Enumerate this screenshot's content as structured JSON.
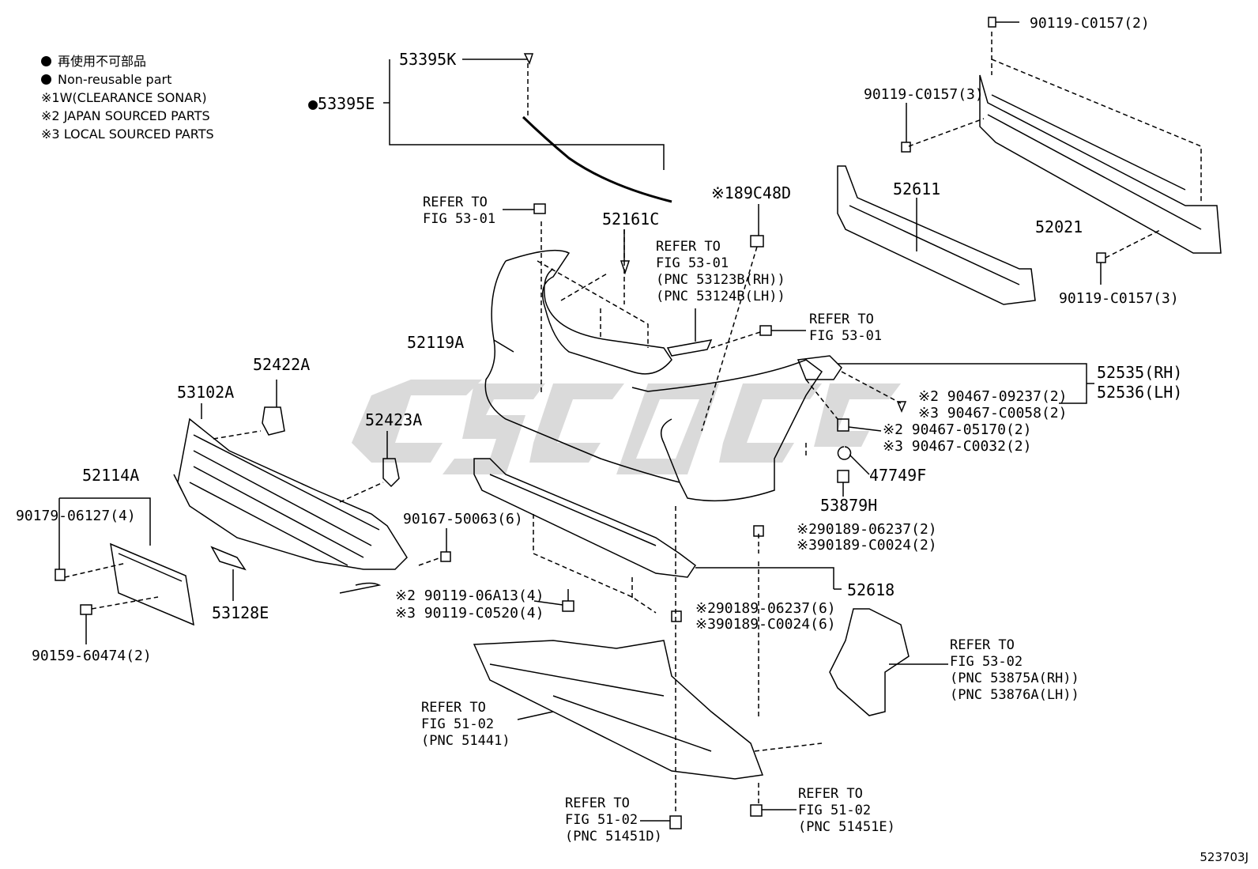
{
  "legend": {
    "items": [
      {
        "marker": "dot",
        "text": "再使用不可部品"
      },
      {
        "marker": "dot",
        "text": "Non-reusable part"
      },
      {
        "marker": "※1",
        "text": "W(CLEARANCE SONAR)"
      },
      {
        "marker": "※2",
        "text": "JAPAN SOURCED PARTS"
      },
      {
        "marker": "※3",
        "text": "LOCAL SOURCED PARTS"
      }
    ]
  },
  "labels": {
    "p53395K": "53395K",
    "p53395E": "●53395E",
    "p90119_c0157_2": "90119-C0157(2)",
    "p90119_c0157_3a": "90119-C0157(3)",
    "p90119_c0157_3b": "90119-C0157(3)",
    "p52611": "52611",
    "p52021": "52021",
    "p52161C": "52161C",
    "p189C48D": "※189C48D",
    "p52119A": "52119A",
    "p52422A": "52422A",
    "p53102A": "53102A",
    "p52423A": "52423A",
    "p52114A": "52114A",
    "p90179": "90179-06127(4)",
    "p90159": "90159-60474(2)",
    "p53128E": "53128E",
    "p90167": "90167-50063(6)",
    "p90119_06A13": "※2 90119-06A13(4)",
    "p90119_C0520": "※3 90119-C0520(4)",
    "p52535": "52535(RH)",
    "p52536": "52536(LH)",
    "p90467_09237": "※2 90467-09237(2)",
    "p90467_C0058": "※3 90467-C0058(2)",
    "p90467_05170": "※2 90467-05170(2)",
    "p90467_C0032": "※3 90467-C0032(2)",
    "p47749F": "47749F",
    "p53879H": "53879H",
    "p90189_06237_2": "※290189-06237(2)",
    "p90189_C0024_2": "※390189-C0024(2)",
    "p52618": "52618",
    "p90189_06237_6": "※290189-06237(6)",
    "p90189_C0024_6": "※390189-C0024(6)",
    "figure_id": "523703J"
  },
  "refs": {
    "r_fig5301_a": "REFER TO\nFIG 53-01",
    "r_fig5301_b": "REFER TO\nFIG 53-01\n(PNC 53123B(RH))\n(PNC 53124B(LH))",
    "r_fig5301_c": "REFER TO\nFIG 53-01",
    "r_fig5302": "REFER TO\nFIG 53-02\n(PNC 53875A(RH))\n(PNC 53876A(LH))",
    "r_fig5102_a": "REFER TO\nFIG 51-02\n(PNC 51441)",
    "r_fig5102_b": "REFER TO\nFIG 51-02\n(PNC 51451D)",
    "r_fig5102_c": "REFER TO\nFIG 51-02\n(PNC 51451E)"
  }
}
